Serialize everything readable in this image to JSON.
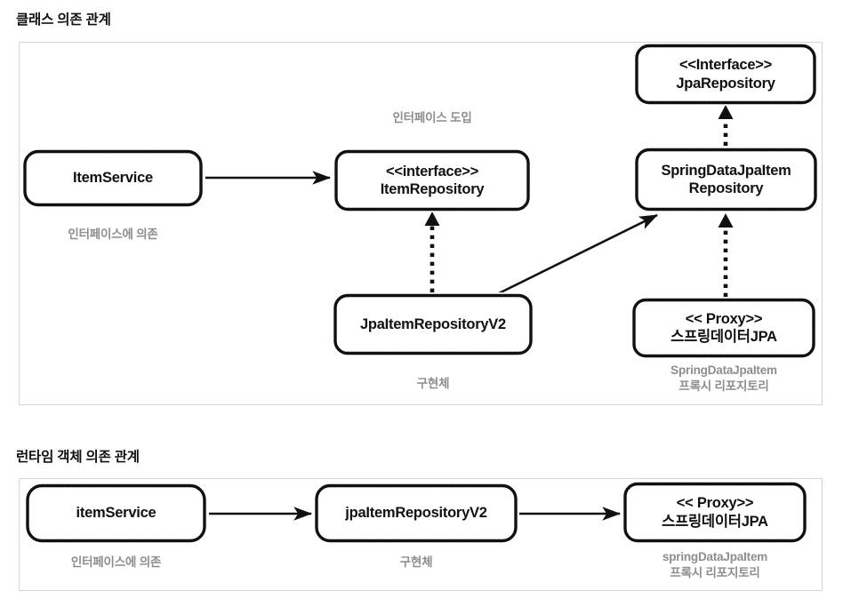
{
  "sections": {
    "class_diagram": {
      "title": "클래스 의존 관계",
      "nodes": [
        {
          "id": "item-service",
          "label": "ItemService"
        },
        {
          "id": "item-repository",
          "label": "<<interface>>\nItemRepository"
        },
        {
          "id": "jpa-repository",
          "label": "<<Interface>>\nJpaRepository"
        },
        {
          "id": "spring-data-jpa-item-repository",
          "label": "SpringDataJpaItem\nRepository"
        },
        {
          "id": "jpa-item-repository-v2",
          "label": "JpaItemRepositoryV2"
        },
        {
          "id": "spring-data-jpa-proxy",
          "label": "<< Proxy>>\n스프링데이터JPA"
        }
      ],
      "captions": [
        {
          "id": "caption-interface-dependency",
          "text": "인터페이스에 의존"
        },
        {
          "id": "caption-interface-introduction",
          "text": "인터페이스 도입"
        },
        {
          "id": "caption-implementation",
          "text": "구현체"
        },
        {
          "id": "caption-proxy-repository",
          "text": "SpringDataJpaItem\n프록시 리포지토리"
        }
      ],
      "edges": [
        {
          "id": "edge-itemservice-to-itemrepository",
          "from": "ItemService",
          "to": "ItemRepository",
          "style": "solid",
          "relation": "dependency"
        },
        {
          "id": "edge-jpaitemrepositoryv2-to-itemrepository",
          "from": "JpaItemRepositoryV2",
          "to": "ItemRepository",
          "style": "dotted",
          "relation": "implements"
        },
        {
          "id": "edge-jpaitemrepositoryv2-to-springdatajpaitemrepository",
          "from": "JpaItemRepositoryV2",
          "to": "SpringDataJpaItemRepository",
          "style": "solid",
          "relation": "dependency"
        },
        {
          "id": "edge-springdatajpaitemrepository-to-jparepository",
          "from": "SpringDataJpaItemRepository",
          "to": "JpaRepository",
          "style": "dotted",
          "relation": "extends"
        },
        {
          "id": "edge-proxy-to-springdatajpaitemrepository",
          "from": "스프링데이터JPA",
          "to": "SpringDataJpaItemRepository",
          "style": "dotted",
          "relation": "implements"
        }
      ]
    },
    "runtime_diagram": {
      "title": "런타임 객체 의존 관계",
      "nodes": [
        {
          "id": "item-service-instance",
          "label": "itemService"
        },
        {
          "id": "jpa-item-repository-v2-instance",
          "label": "jpaItemRepositoryV2"
        },
        {
          "id": "spring-data-jpa-proxy-instance",
          "label": "<< Proxy>>\n스프링데이터JPA"
        }
      ],
      "captions": [
        {
          "id": "caption-runtime-interface-dependency",
          "text": "인터페이스에 의존"
        },
        {
          "id": "caption-runtime-implementation",
          "text": "구현체"
        },
        {
          "id": "caption-runtime-proxy-repository",
          "text": "springDataJpaItem\n프록시 리포지토리"
        }
      ],
      "edges": [
        {
          "id": "edge-runtime-itemservice-to-jpaitemrepositoryv2",
          "from": "itemService",
          "to": "jpaItemRepositoryV2",
          "style": "solid",
          "relation": "references"
        },
        {
          "id": "edge-runtime-jpaitemrepositoryv2-to-proxy",
          "from": "jpaItemRepositoryV2",
          "to": "스프링데이터JPA",
          "style": "solid",
          "relation": "references"
        }
      ]
    }
  },
  "colors": {
    "text": "#111111",
    "caption": "#8d8d8d",
    "panel_border": "#d5d5d5",
    "stroke": "#111111",
    "background": "#ffffff"
  }
}
